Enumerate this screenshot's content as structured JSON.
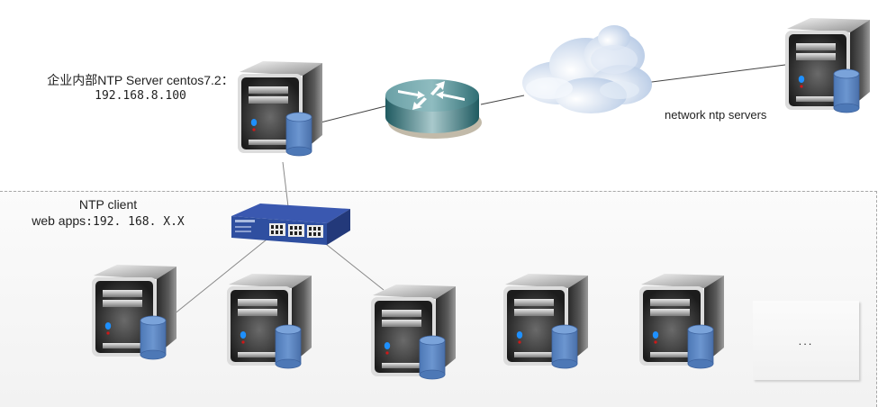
{
  "diagram": {
    "nodes": {
      "internal_ntp_server": {
        "label_line1": "企业内部NTP Server centos7.2：",
        "label_line2": "192.168.8.100",
        "type": "server"
      },
      "router": {
        "type": "router"
      },
      "internet": {
        "type": "cloud"
      },
      "external_ntp_server": {
        "label": "network ntp servers",
        "type": "server"
      },
      "switch": {
        "type": "switch"
      },
      "clients": {
        "label_line1": "NTP client",
        "label_line2_prefix": "web apps",
        "label_line2_ip": ":192. 168. X.X",
        "count_shown": 5,
        "more_label": "..."
      }
    },
    "edges": [
      [
        "internal_ntp_server",
        "router"
      ],
      [
        "router",
        "internet"
      ],
      [
        "internet",
        "external_ntp_server"
      ],
      [
        "internal_ntp_server",
        "switch"
      ],
      [
        "switch",
        "client_1"
      ],
      [
        "switch",
        "client_3"
      ]
    ],
    "colors": {
      "cylinder": "#5b86c4",
      "router": "#3d7a80",
      "switch": "#2f4fa0",
      "cloud": "#c9d8ec",
      "led_blue": "#1e90ff",
      "led_red": "#d01818"
    }
  }
}
